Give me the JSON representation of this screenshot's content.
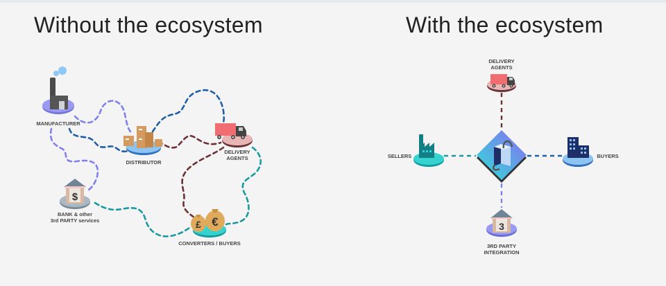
{
  "left_panel": {
    "title": "Without the ecosystem",
    "nodes": {
      "manufacturer": "MANUFACTURER",
      "distributor": "DISTRIBUTOR",
      "delivery_line1": "DELIVERY",
      "delivery_line2": "AGENTS",
      "bank_line1": "BANK & other",
      "bank_line2": "3rd PARTY services",
      "converters": "CONVERTERS / BUYERS"
    },
    "currency_symbols": {
      "bank": "$",
      "pound": "£",
      "euro": "€"
    }
  },
  "right_panel": {
    "title": "With the ecosystem",
    "nodes": {
      "delivery_line1": "DELIVERY",
      "delivery_line2": "AGENTS",
      "sellers": "SELLERS",
      "buyers": "BUYERS",
      "integration_line1": "3RD PARTY",
      "integration_line2": "INTEGRATION"
    },
    "integration_number": "3"
  },
  "colors": {
    "purple_path": "#8080f0",
    "blue_path": "#1f5fa8",
    "maroon_path": "#6b3235",
    "teal_path": "#1a9aa0"
  }
}
